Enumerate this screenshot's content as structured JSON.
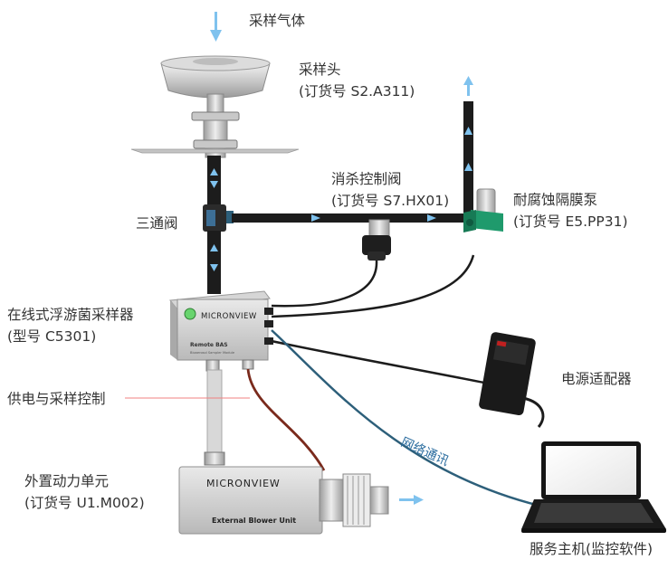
{
  "labels": {
    "sample_gas": "采样气体",
    "sampling_head": "采样头",
    "sampling_head_order": "(订货号 S2.A311)",
    "sterilize_valve": "消杀控制阀",
    "sterilize_valve_order": "(订货号 S7.HX01)",
    "pump": "耐腐蚀隔膜泵",
    "pump_order": "(订货号 E5.PP31)",
    "three_way_valve": "三通阀",
    "sampler": "在线式浮游菌采样器",
    "sampler_model": "(型号 C5301)",
    "power_adapter": "电源适配器",
    "power_control": "供电与采样控制",
    "network": "网络通讯",
    "blower": "外置动力单元",
    "blower_order": "(订货号 U1.M002)",
    "server": "服务主机(监控软件)"
  },
  "devices": {
    "sampler_brand": "MICRONVIEW",
    "sampler_name": "Remote BAS",
    "sampler_sub": "Bioaerosol Sampler Module",
    "blower_brand": "MICRONVIEW",
    "blower_name": "External Blower Unit"
  },
  "colors": {
    "arrow": "#7fc2ee",
    "tube": "#1c1c1c",
    "cable_red": "#7a2a1c",
    "cable_blue": "#2d5f7a",
    "annotation_line": "#f08080",
    "network_text": "#2d6ea0",
    "pump_green": "#1f9a6c"
  }
}
